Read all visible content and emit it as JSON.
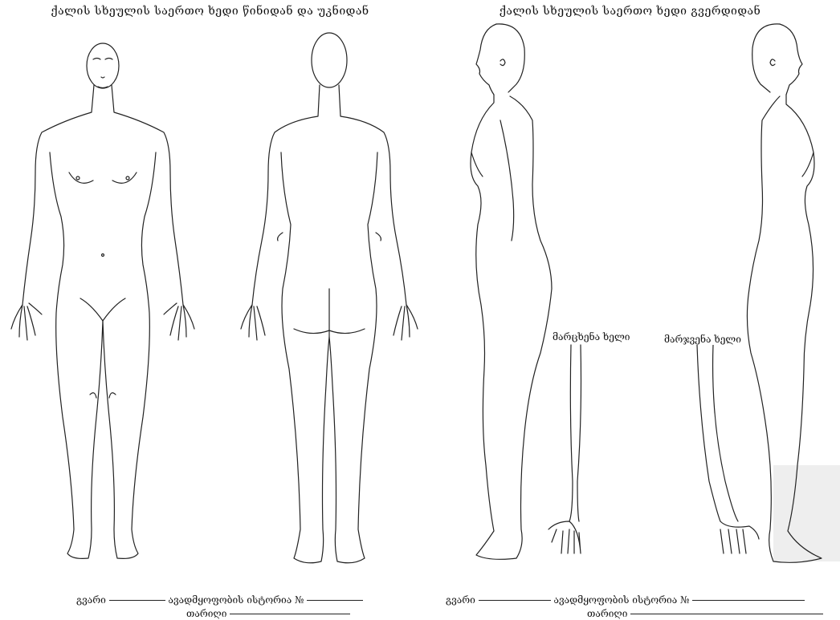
{
  "front_back": {
    "title": "ქალის სხეულის საერთო ხედი წინიდან და უკნიდან",
    "footer": {
      "surname": "გვარი",
      "history": "ავადმყოფობის ისტორია №",
      "date": "თარიღი"
    }
  },
  "side": {
    "title": "ქალის სხეულის საერთო ხედი გვერდიდან",
    "left_hand": "მარცხენა ხელი",
    "right_hand": "მარჯვენა ხელი",
    "footer": {
      "surname": "გვარი",
      "history": "ავადმყოფობის ისტორია №",
      "date": "თარიღი"
    }
  }
}
